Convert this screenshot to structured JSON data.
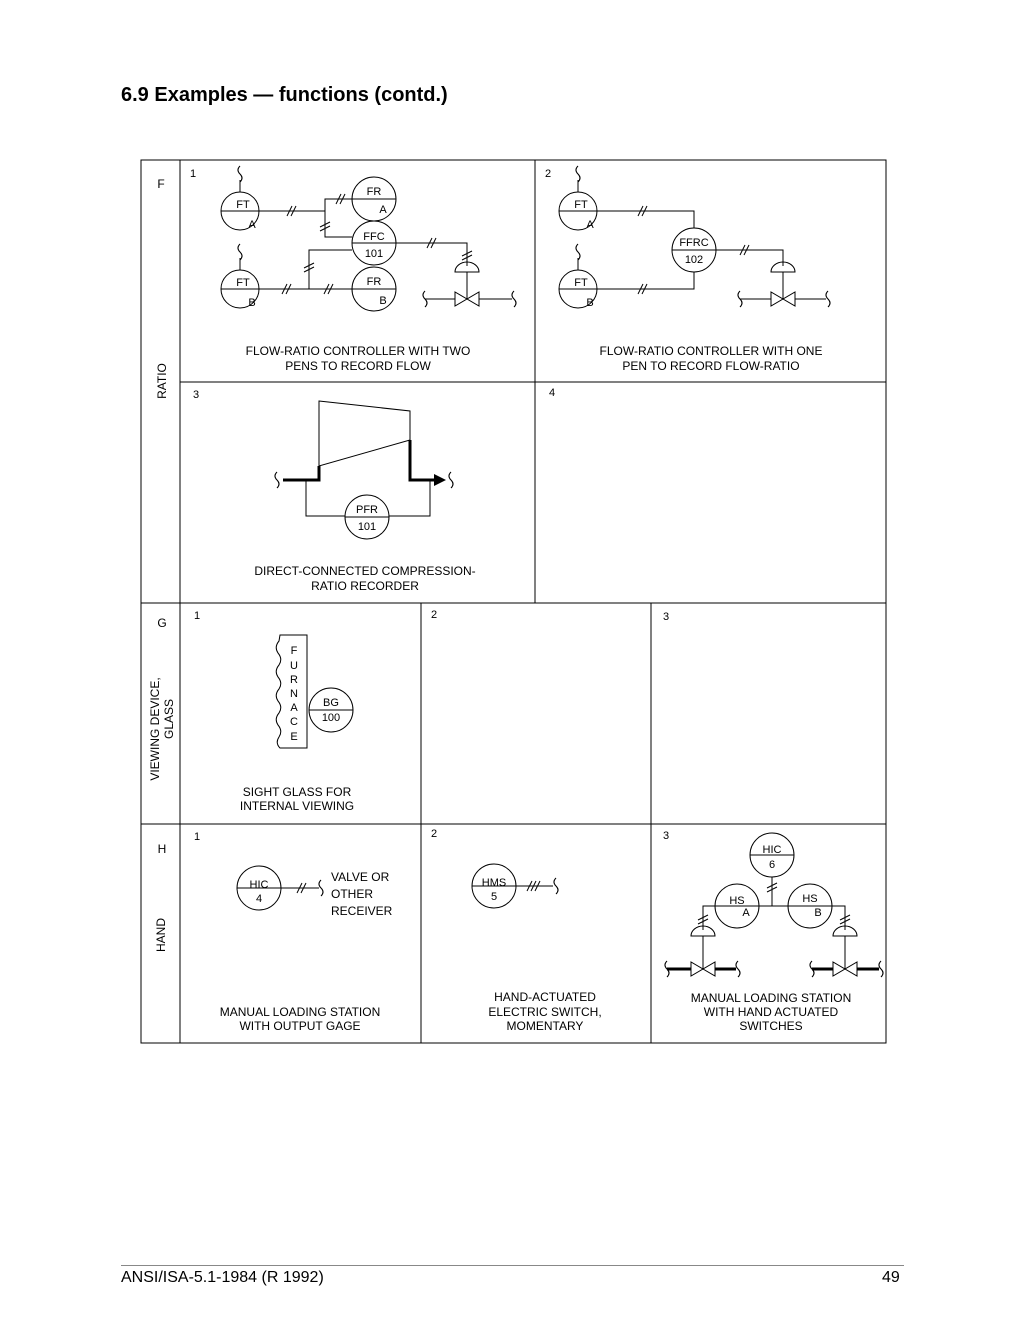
{
  "title": "6.9 Examples — functions (contd.)",
  "footer": {
    "standard": "ANSI/ISA-5.1-1984 (R 1992)",
    "page": "49"
  },
  "rows": {
    "F": {
      "letter": "F",
      "name": "RATIO"
    },
    "G": {
      "letter": "G",
      "name_line1": "VIEWING DEVICE,",
      "name_line2": "GLASS"
    },
    "H": {
      "letter": "H",
      "name": "HAND"
    }
  },
  "cells": {
    "f1": {
      "num": "1",
      "caption1": "FLOW-RATIO CONTROLLER WITH TWO",
      "caption2": "PENS TO RECORD FLOW",
      "ft_a": {
        "tag": "FT",
        "loop": "A"
      },
      "ft_b": {
        "tag": "FT",
        "loop": "B"
      },
      "fr_a": {
        "tag": "FR",
        "loop": "A"
      },
      "fr_b": {
        "tag": "FR",
        "loop": "B"
      },
      "ffc": {
        "tag": "FFC",
        "loop": "101"
      }
    },
    "f2": {
      "num": "2",
      "caption1": "FLOW-RATIO CONTROLLER WITH ONE",
      "caption2": "PEN TO RECORD FLOW-RATIO",
      "ft_a": {
        "tag": "FT",
        "loop": "A"
      },
      "ft_b": {
        "tag": "FT",
        "loop": "B"
      },
      "ffrc": {
        "tag": "FFRC",
        "loop": "102"
      }
    },
    "f3": {
      "num": "3",
      "caption1": "DIRECT-CONNECTED COMPRESSION-",
      "caption2": "RATIO RECORDER",
      "pfr": {
        "tag": "PFR",
        "loop": "101"
      }
    },
    "f4": {
      "num": "4"
    },
    "g1": {
      "num": "1",
      "caption1": "SIGHT GLASS FOR",
      "caption2": "INTERNAL VIEWING",
      "furnace_letters": [
        "F",
        "U",
        "R",
        "N",
        "A",
        "C",
        "E"
      ],
      "bg": {
        "tag": "BG",
        "loop": "100"
      }
    },
    "g2": {
      "num": "2"
    },
    "g3": {
      "num": "3"
    },
    "h1": {
      "num": "1",
      "caption1": "MANUAL LOADING STATION",
      "caption2": "WITH OUTPUT GAGE",
      "hic": {
        "tag": "HIC",
        "loop": "4"
      },
      "receiver1": "VALVE OR",
      "receiver2": "OTHER",
      "receiver3": "RECEIVER"
    },
    "h2": {
      "num": "2",
      "caption1": "HAND-ACTUATED",
      "caption2": "ELECTRIC SWITCH,",
      "caption3": "MOMENTARY",
      "hms": {
        "tag": "HMS",
        "loop": "5"
      }
    },
    "h3": {
      "num": "3",
      "caption1": "MANUAL LOADING STATION",
      "caption2": "WITH HAND ACTUATED",
      "caption3": "SWITCHES",
      "hic": {
        "tag": "HIC",
        "loop": "6"
      },
      "hs_a": {
        "tag": "HS",
        "loop": "A"
      },
      "hs_b": {
        "tag": "HS",
        "loop": "B"
      }
    }
  }
}
